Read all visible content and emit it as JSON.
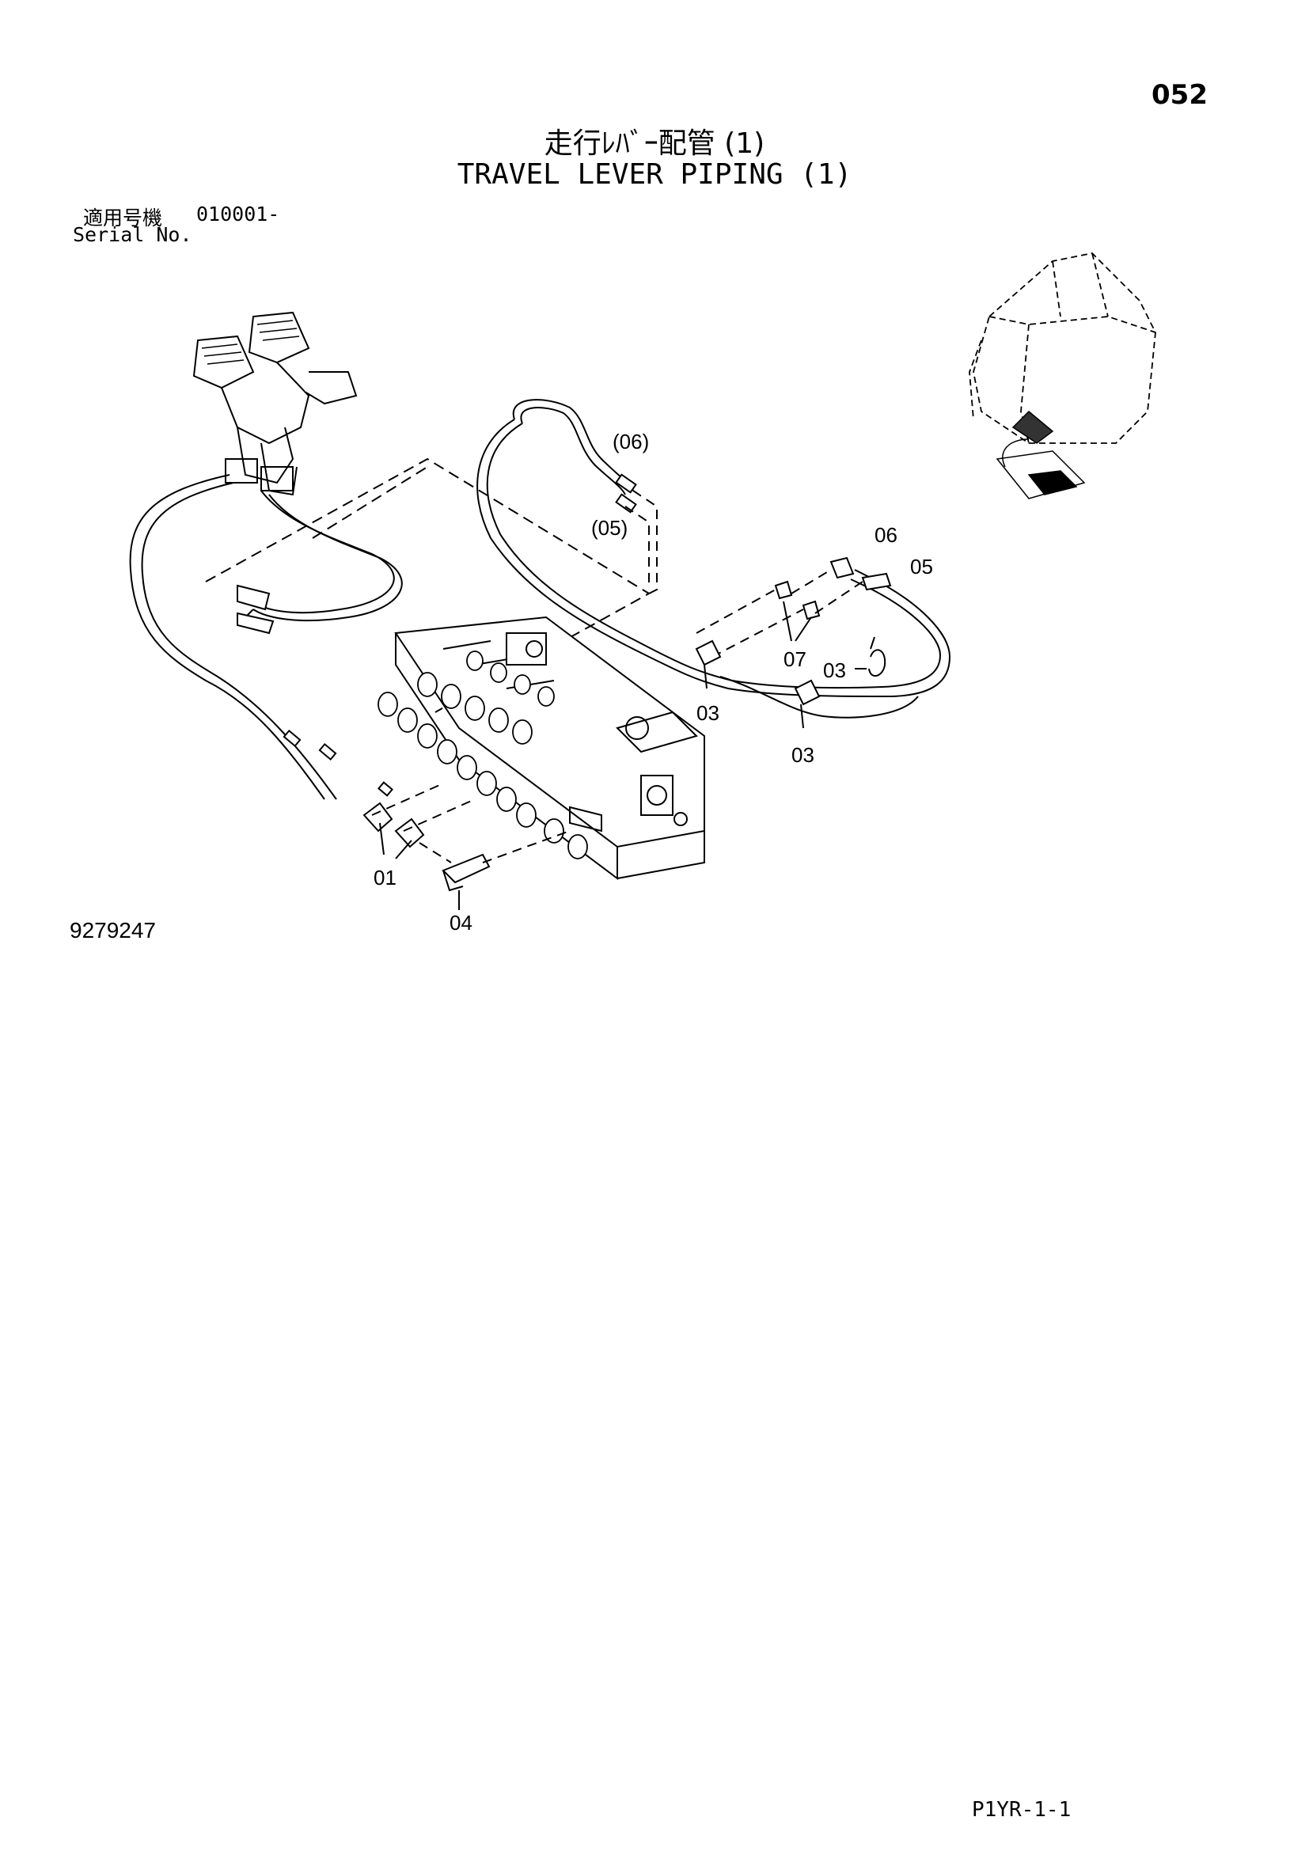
{
  "page_number": "052",
  "title_jp": "走行ﾚﾊﾞｰ配管 (1)",
  "title_en": "TRAVEL LEVER PIPING (1)",
  "serial": {
    "label_jp": "適用号機",
    "value": "010001-",
    "label_en": "Serial No."
  },
  "callouts": {
    "c01": "01",
    "c03a": "03",
    "c03b": "03",
    "c03c": "03",
    "c04": "04",
    "c05": "05",
    "c05p": "(05)",
    "c06": "06",
    "c06p": "(06)",
    "c07": "07"
  },
  "drawing_number": "9279247",
  "footer_code": "P1YR-1-1"
}
